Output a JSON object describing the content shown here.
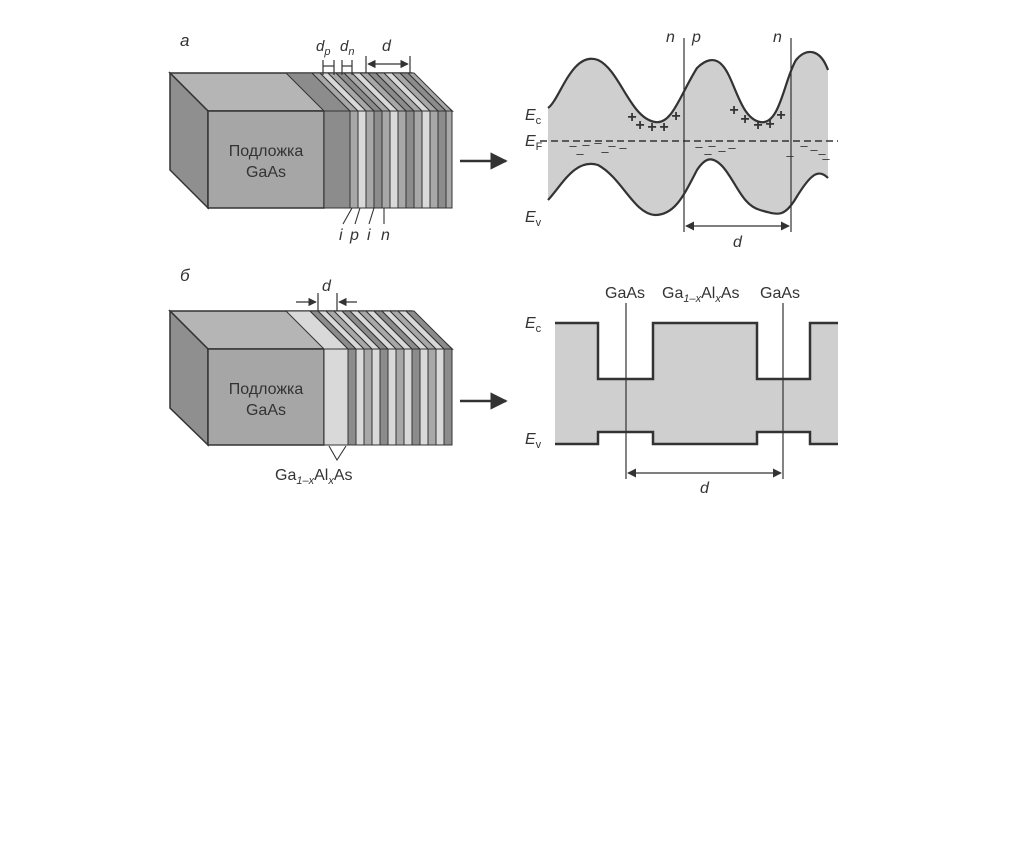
{
  "colors": {
    "substrate_front": "#a6a6a6",
    "substrate_top": "#b5b5b5",
    "substrate_side": "#8f8f8f",
    "layer_dark": "#8c8c8c",
    "layer_mid": "#a8a8a8",
    "layer_light": "#d9d9d9",
    "band_fill": "#cfcfcf",
    "line": "#333333"
  },
  "panel_a": {
    "label": "а",
    "substrate_line1": "Подложка",
    "substrate_line2": "GaAs",
    "dp": {
      "main": "d",
      "sub": "p"
    },
    "dn": {
      "main": "d",
      "sub": "n"
    },
    "d": "d",
    "layer_letters": [
      "i",
      "p",
      "i",
      "n"
    ],
    "top_labels": [
      "n",
      "p",
      "n"
    ],
    "ec": {
      "main": "E",
      "sub": "c"
    },
    "ef": {
      "main": "E",
      "sub": "F"
    },
    "ev": {
      "main": "E",
      "sub": "v"
    },
    "period": "d",
    "plus": "+",
    "minus": "–"
  },
  "panel_b": {
    "label": "б",
    "substrate_line1": "Подложка",
    "substrate_line2": "GaAs",
    "d": "d",
    "alloy": {
      "a": "Ga",
      "s1": "1–x",
      "b": "Al",
      "s2": "x",
      "c": "As"
    },
    "gaas_left": "GaAs",
    "gaas_right": "GaAs",
    "ec": {
      "main": "E",
      "sub": "c"
    },
    "ev": {
      "main": "E",
      "sub": "v"
    },
    "period": "d"
  }
}
